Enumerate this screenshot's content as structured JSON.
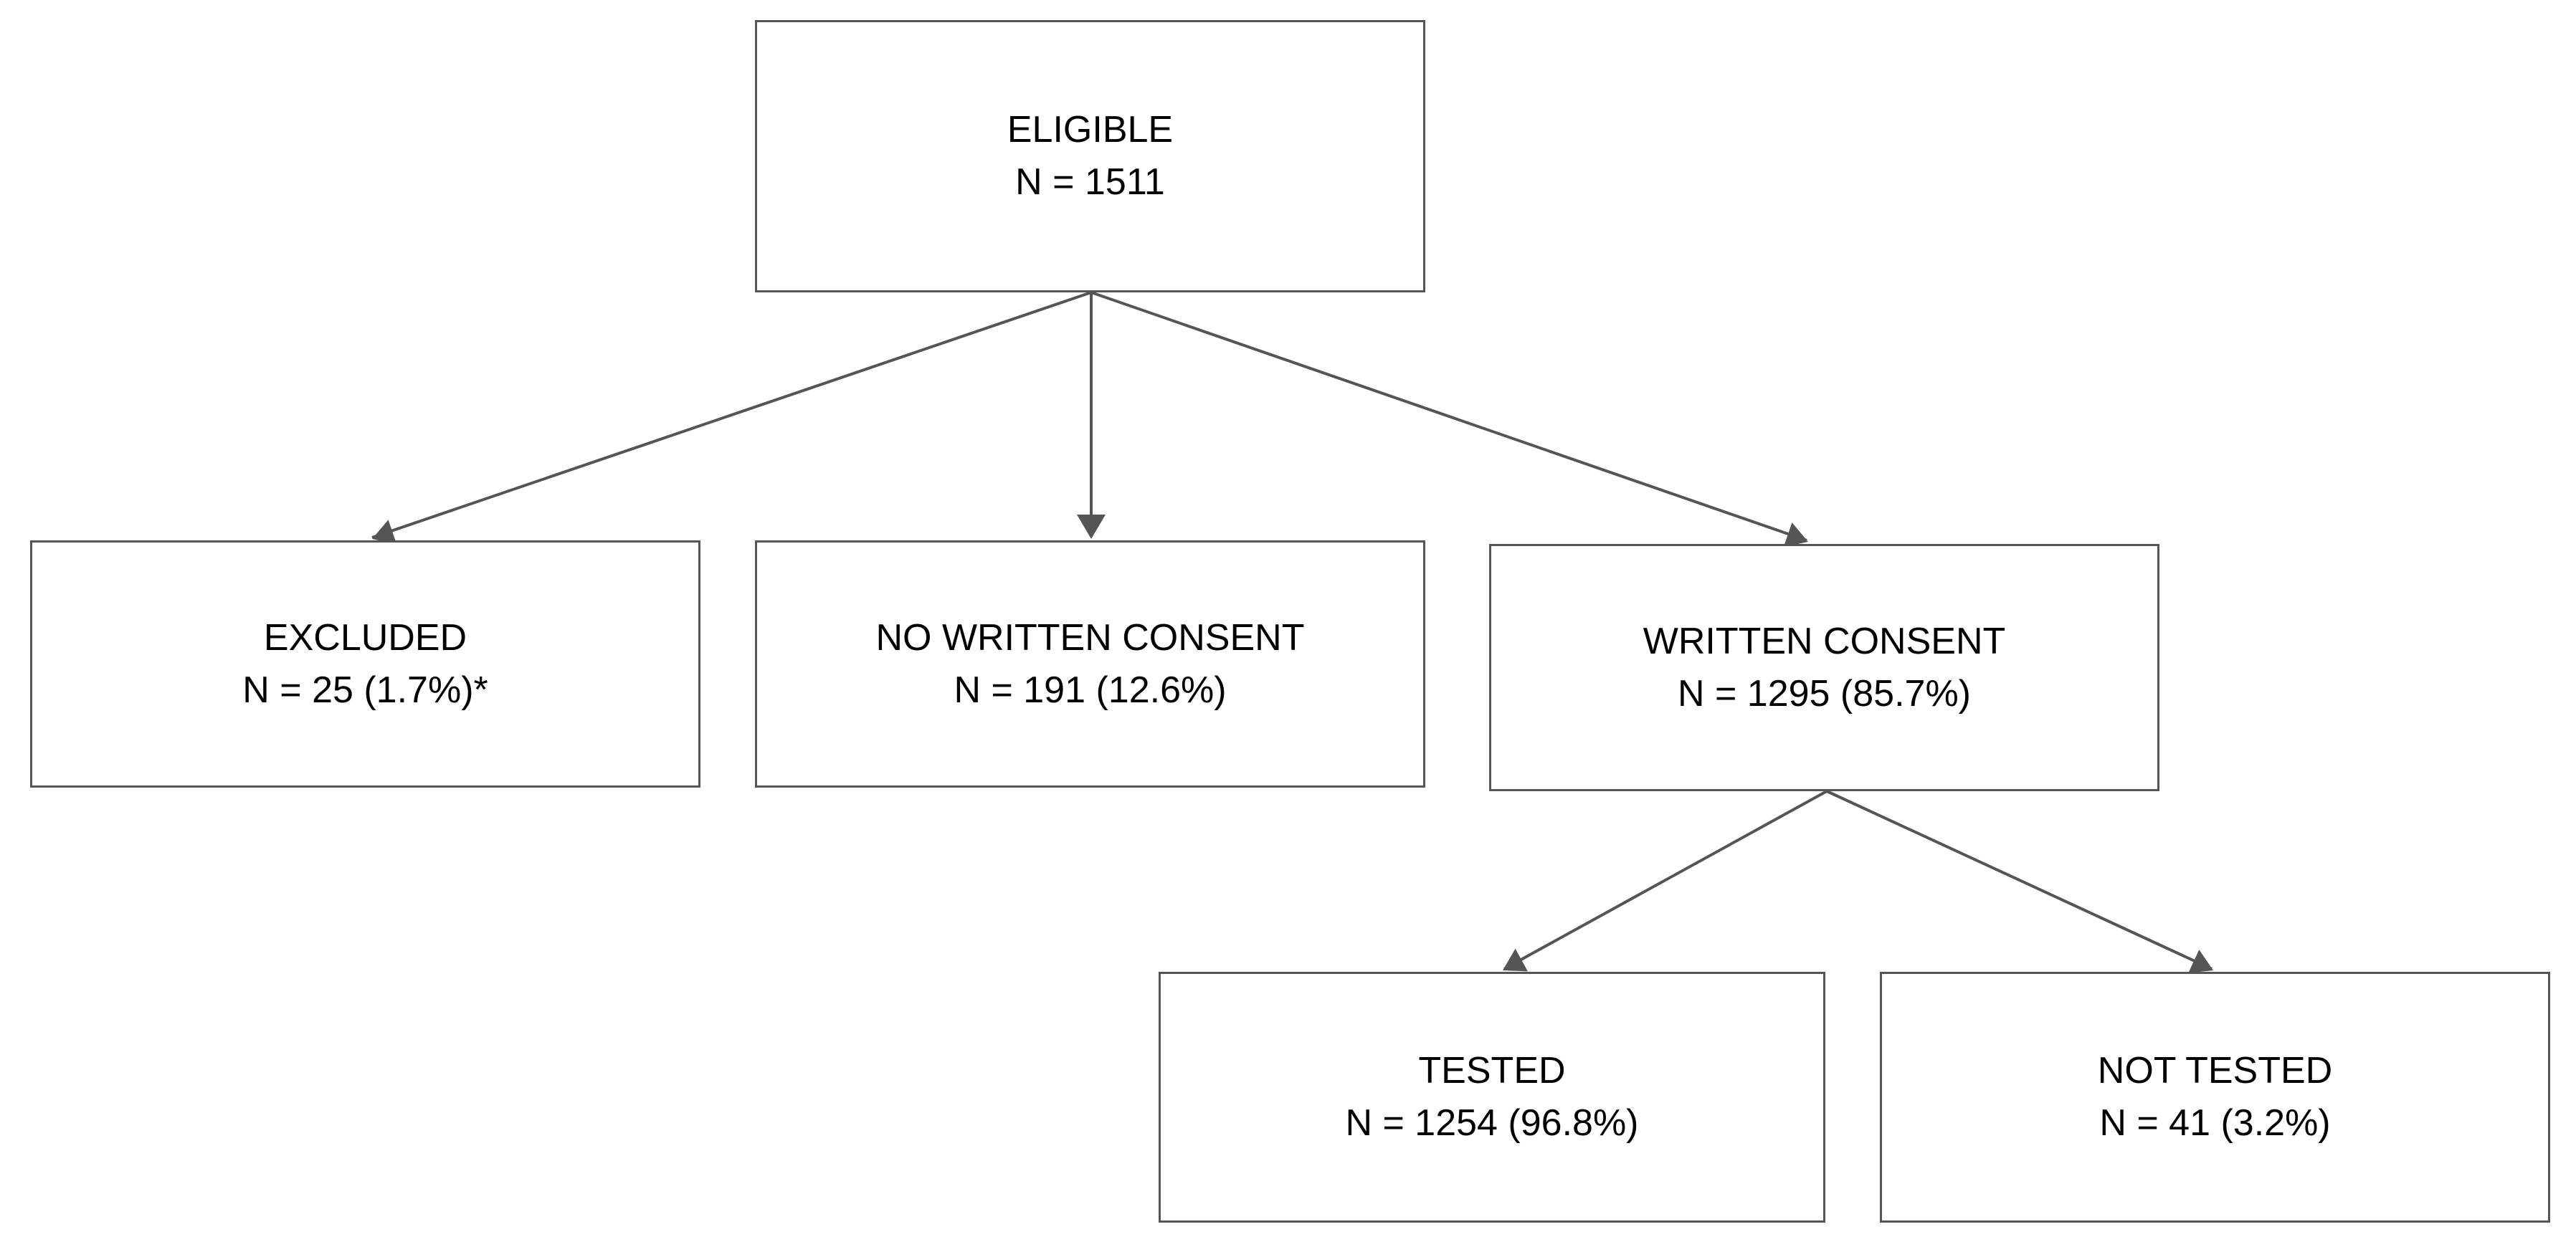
{
  "diagram": {
    "nodes": {
      "eligible": {
        "label": "ELIGIBLE",
        "count": "N = 1511"
      },
      "excluded": {
        "label": "EXCLUDED",
        "count": "N = 25 (1.7%)*"
      },
      "no_consent": {
        "label": "NO WRITTEN CONSENT",
        "count": "N = 191 (12.6%)"
      },
      "consent": {
        "label": "WRITTEN CONSENT",
        "count": "N = 1295 (85.7%)"
      },
      "tested": {
        "label": "TESTED",
        "count": "N = 1254 (96.8%)"
      },
      "not_tested": {
        "label": "NOT TESTED",
        "count": "N = 41 (3.2%)"
      }
    },
    "edges": [
      {
        "from": "eligible",
        "to": "excluded"
      },
      {
        "from": "eligible",
        "to": "no_consent"
      },
      {
        "from": "eligible",
        "to": "consent"
      },
      {
        "from": "consent",
        "to": "tested"
      },
      {
        "from": "consent",
        "to": "not_tested"
      }
    ],
    "colors": {
      "border": "#555555",
      "arrow": "#555555",
      "text": "#000000",
      "background": "#ffffff"
    }
  }
}
